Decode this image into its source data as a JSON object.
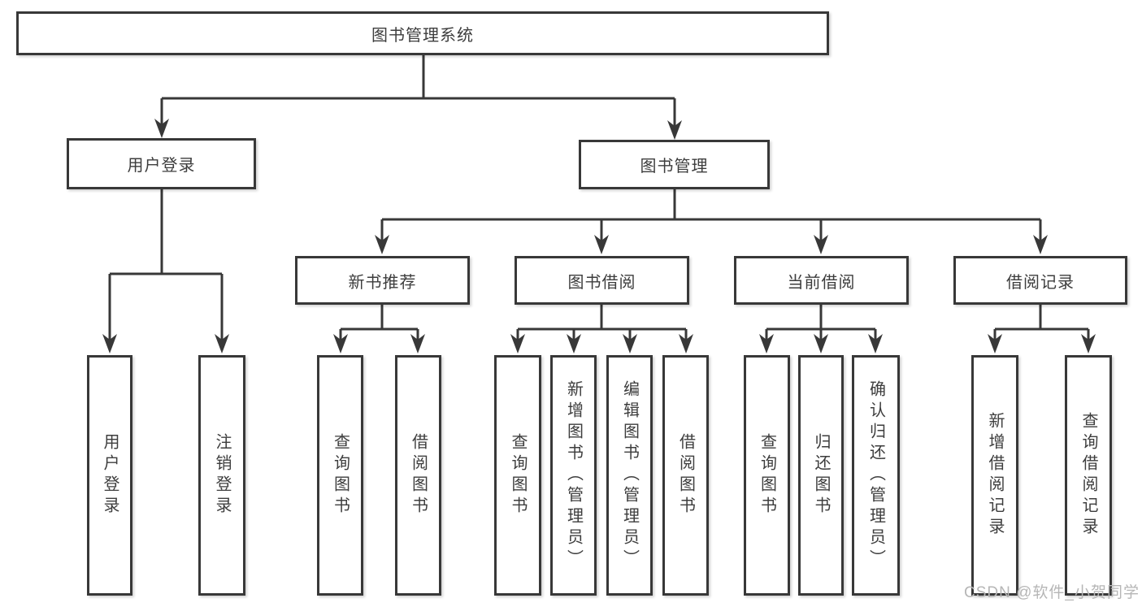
{
  "diagram": {
    "title": "图书管理系统",
    "branches": [
      {
        "label": "用户登录",
        "children": [
          {
            "label": "用户登录"
          },
          {
            "label": "注销登录"
          }
        ]
      },
      {
        "label": "图书管理",
        "children": [
          {
            "label": "新书推荐",
            "children": [
              {
                "label": "查询图书"
              },
              {
                "label": "借阅图书"
              }
            ]
          },
          {
            "label": "图书借阅",
            "children": [
              {
                "label": "查询图书"
              },
              {
                "label": "新增图书（管理员）"
              },
              {
                "label": "编辑图书（管理员）"
              },
              {
                "label": "借阅图书"
              }
            ]
          },
          {
            "label": "当前借阅",
            "children": [
              {
                "label": "查询图书"
              },
              {
                "label": "归还图书"
              },
              {
                "label": "确认归还（管理员）"
              }
            ]
          },
          {
            "label": "借阅记录",
            "children": [
              {
                "label": "新增借阅记录"
              },
              {
                "label": "查询借阅记录"
              }
            ]
          }
        ]
      }
    ]
  },
  "watermark": {
    "text": "CSDN @软件_小贺同学"
  },
  "colors": {
    "line": "#383838",
    "text": "#3d3d3d",
    "watermark": "#b6b6b6",
    "background": "#ffffff"
  }
}
